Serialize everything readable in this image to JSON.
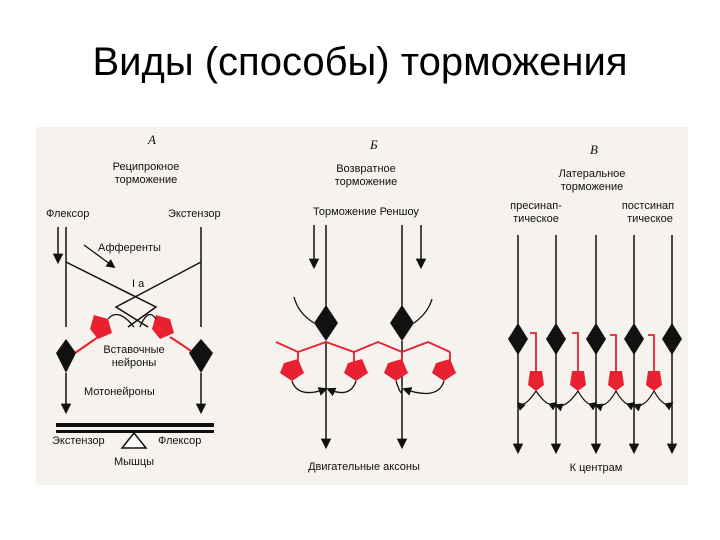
{
  "title": "Виды (способы) торможения",
  "colors": {
    "neuron_black": "#111111",
    "inhibitory_red": "#e8202f",
    "background": "#f6f3ef"
  },
  "panels": {
    "a": {
      "letter": "А",
      "heading_line1": "Реципрокное",
      "heading_line2": "торможение",
      "flexor_top": "Флексор",
      "extensor_top": "Экстензор",
      "afferents": "Афференты",
      "fiber": "I a",
      "interneurons_line1": "Вставочные",
      "interneurons_line2": "нейроны",
      "motoneurons": "Мотонейроны",
      "extensor_bottom": "Экстензор",
      "flexor_bottom": "Флексор",
      "muscles": "Мышцы"
    },
    "b": {
      "letter": "Б",
      "heading_line1": "Возвратное",
      "heading_line2": "торможение",
      "renshaw": "Торможение Реншоу",
      "motor_axons": "Двигательные аксоны"
    },
    "c": {
      "letter": "В",
      "heading_line1": "Латеральное",
      "heading_line2": "торможение",
      "presyn_line1": "пресинап-",
      "presyn_line2": "тическое",
      "postsyn_line1": "постсинап",
      "postsyn_line2": "тическое",
      "to_centers": "К центрам"
    }
  }
}
